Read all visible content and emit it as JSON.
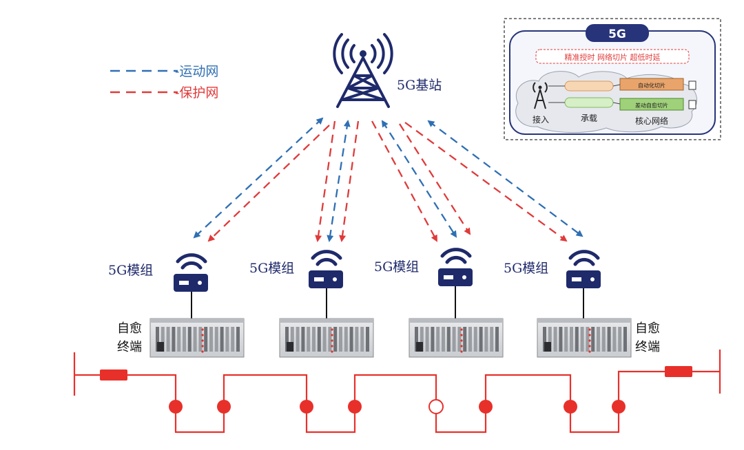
{
  "legend": {
    "items": [
      {
        "label": "-运动网",
        "color": "#2f6fb3"
      },
      {
        "label": "-保护网",
        "color": "#e03a3a"
      }
    ]
  },
  "base_station": {
    "label": "5G基站",
    "icon": "cell-tower-icon"
  },
  "inset": {
    "badge": "5G",
    "features": "精准授时  网络切片  超低时延",
    "slice_top": "自动化切片",
    "slice_bottom": "差动自愈切片",
    "access": "接入",
    "bearer": "承载",
    "core": "核心网络"
  },
  "modules": [
    {
      "label": "5G模组",
      "icon": "router-icon"
    },
    {
      "label": "5G模组",
      "icon": "router-icon"
    },
    {
      "label": "5G模组",
      "icon": "router-icon"
    },
    {
      "label": "5G模组",
      "icon": "router-icon"
    }
  ],
  "terminal_label_left": [
    "自愈",
    "终端"
  ],
  "terminal_label_right": [
    "自愈",
    "终端"
  ],
  "colors": {
    "blue": "#2f6fb3",
    "red": "#e03a3a",
    "navy": "#1f2a6b",
    "line_red": "#e8302a"
  }
}
